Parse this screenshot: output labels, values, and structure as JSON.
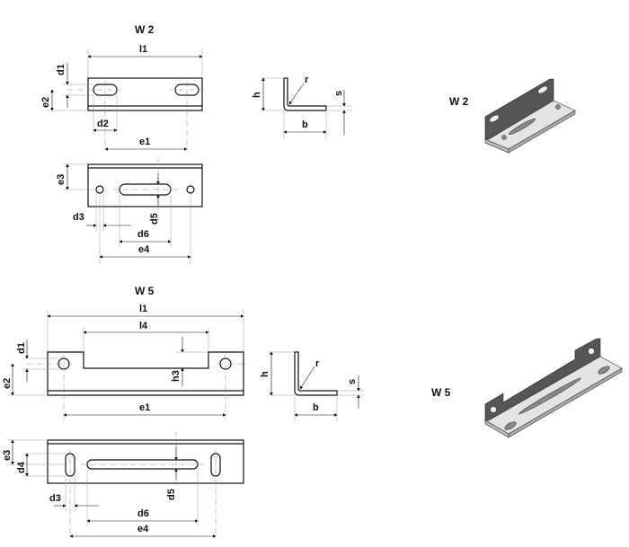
{
  "w2": {
    "title": "W 2",
    "labels": {
      "l1": "l1",
      "d1": "d1",
      "e2": "e2",
      "d2": "d2",
      "e1": "e1",
      "e3": "e3",
      "d5": "d5",
      "d3": "d3",
      "d6": "d6",
      "e4": "e4",
      "h": "h",
      "r": "r",
      "s": "s",
      "b": "b"
    },
    "iso_label": "W 2"
  },
  "w5": {
    "title": "W 5",
    "labels": {
      "l1": "l1",
      "l4": "l4",
      "d1": "d1",
      "e2": "e2",
      "h3": "h3",
      "e1": "e1",
      "e3": "e3",
      "d4": "d4",
      "d5": "d5",
      "d3": "d3",
      "d6": "d6",
      "e4": "e4",
      "h": "h",
      "r": "r",
      "s": "s",
      "b": "b"
    },
    "iso_label": "W 5"
  }
}
